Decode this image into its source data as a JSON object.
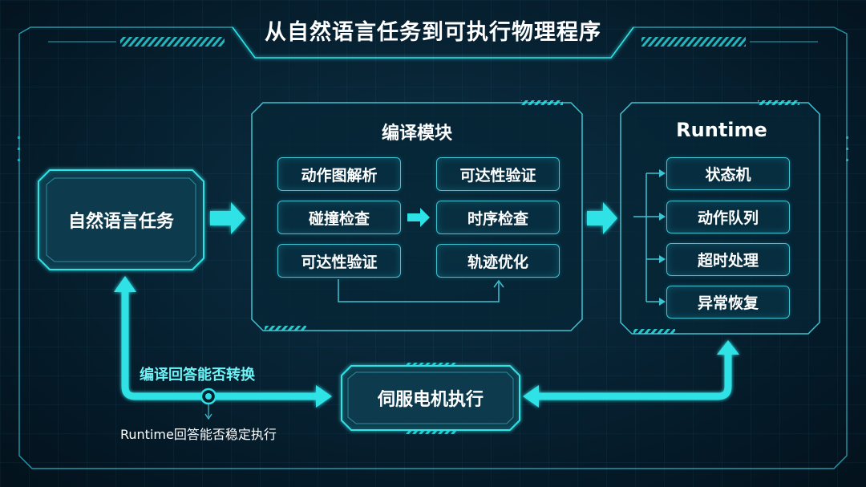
{
  "title": "从自然语言任务到可执行物理程序",
  "input_box": {
    "label": "自然语言任务"
  },
  "compile_module": {
    "title": "编译模块",
    "steps": [
      "动作图解析",
      "可达性验证",
      "碰撞检查",
      "时序检查",
      "可达性验证",
      "轨迹优化"
    ]
  },
  "runtime": {
    "title": "Runtime",
    "items": [
      "状态机",
      "动作队列",
      "超时处理",
      "异常恢复"
    ]
  },
  "servo_box": {
    "label": "伺服电机执行"
  },
  "feedback": {
    "question_1": "编译回答能否转换",
    "question_2": "Runtime回答能否稳定执行"
  },
  "colors": {
    "accent": "#2de2e6",
    "border": "#3fc3d2",
    "background": "#062030",
    "text_accent": "#6cf3f5"
  }
}
